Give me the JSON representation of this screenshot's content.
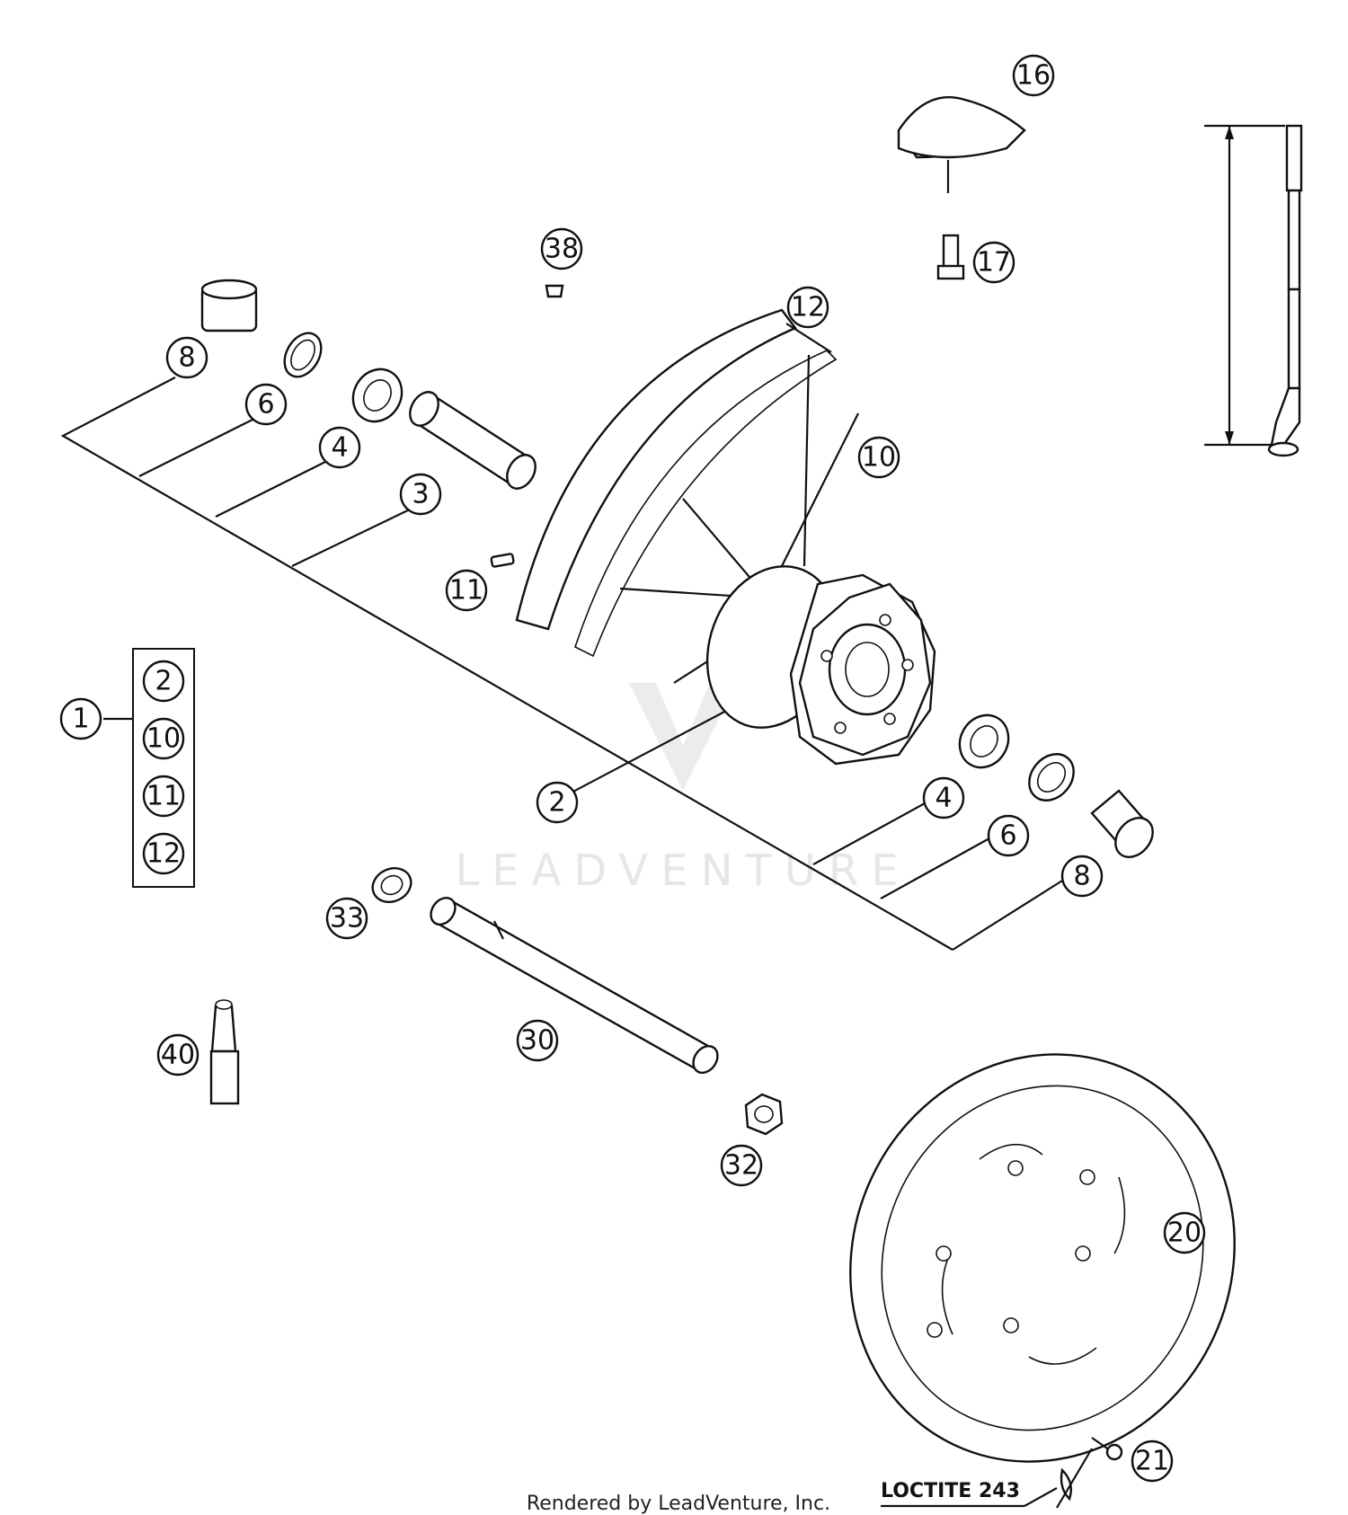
{
  "callouts": [
    {
      "id": "c1",
      "label": "1"
    },
    {
      "id": "c2",
      "label": "2"
    },
    {
      "id": "c2b",
      "label": "2"
    },
    {
      "id": "c3",
      "label": "3"
    },
    {
      "id": "c4",
      "label": "4"
    },
    {
      "id": "c4b",
      "label": "4"
    },
    {
      "id": "c6",
      "label": "6"
    },
    {
      "id": "c6b",
      "label": "6"
    },
    {
      "id": "c8",
      "label": "8"
    },
    {
      "id": "c8b",
      "label": "8"
    },
    {
      "id": "c10",
      "label": "10"
    },
    {
      "id": "c10b",
      "label": "10"
    },
    {
      "id": "c11",
      "label": "11"
    },
    {
      "id": "c11b",
      "label": "11"
    },
    {
      "id": "c12",
      "label": "12"
    },
    {
      "id": "c12b",
      "label": "12"
    },
    {
      "id": "c16",
      "label": "16"
    },
    {
      "id": "c17",
      "label": "17"
    },
    {
      "id": "c20",
      "label": "20"
    },
    {
      "id": "c21",
      "label": "21"
    },
    {
      "id": "c30",
      "label": "30"
    },
    {
      "id": "c32",
      "label": "32"
    },
    {
      "id": "c33",
      "label": "33"
    },
    {
      "id": "c38",
      "label": "38"
    },
    {
      "id": "c40",
      "label": "40"
    }
  ],
  "loctite_label": "LOCTITE 243",
  "watermark": "LEADVENTURE",
  "footer": "Rendered by LeadVenture, Inc."
}
